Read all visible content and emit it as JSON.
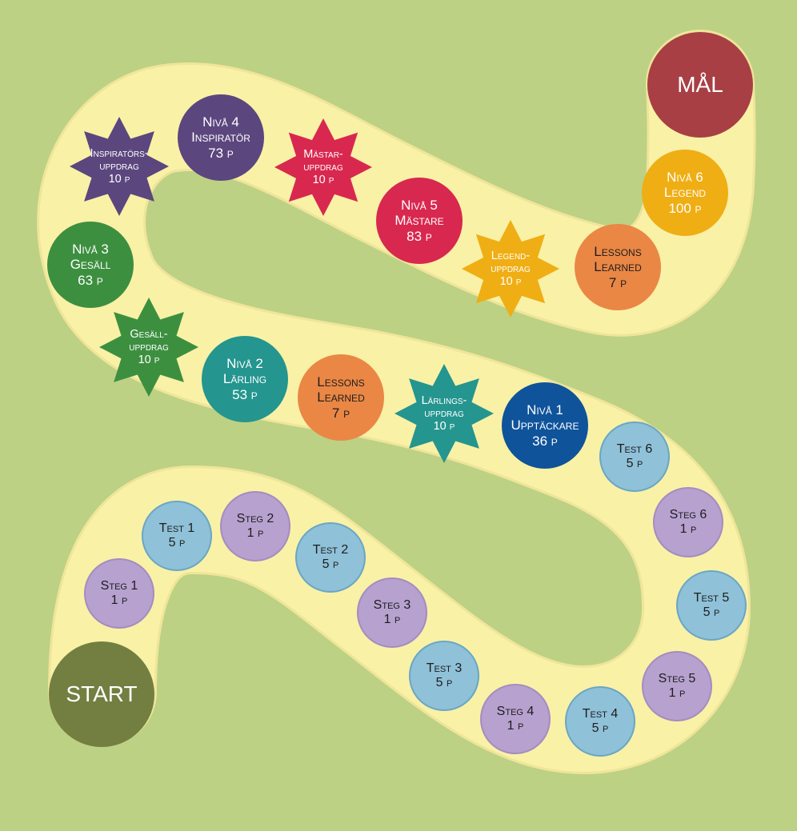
{
  "colors": {
    "background": "#bcd184",
    "path": "#f9f1a6",
    "path_edge": "#efe59a",
    "light_blue": "#8fc1d8",
    "light_purple": "#b7a1cf",
    "navy": "#0f539a",
    "teal": "#24958f",
    "orange": "#ea8745",
    "green": "#3d8f40",
    "dark_purple": "#5b467e",
    "crimson": "#d8284f",
    "gold": "#efae14",
    "start": "#727f40",
    "goal": "#a83f45"
  },
  "nodes": [
    {
      "id": "start",
      "shape": "big",
      "color": "start",
      "lines": [
        "START"
      ],
      "text_color": "#ffffff"
    },
    {
      "id": "steg-1",
      "shape": "small",
      "color": "light_purple",
      "lines": [
        "Steg 1",
        "1 p"
      ],
      "text_color": "#1d1d1d"
    },
    {
      "id": "test-1",
      "shape": "small",
      "color": "light_blue",
      "lines": [
        "Test 1",
        "5 p"
      ],
      "text_color": "#1d1d1d"
    },
    {
      "id": "steg-2",
      "shape": "small",
      "color": "light_purple",
      "lines": [
        "Steg 2",
        "1 p"
      ],
      "text_color": "#1d1d1d"
    },
    {
      "id": "test-2",
      "shape": "small",
      "color": "light_blue",
      "lines": [
        "Test 2",
        "5 p"
      ],
      "text_color": "#1d1d1d"
    },
    {
      "id": "steg-3",
      "shape": "small",
      "color": "light_purple",
      "lines": [
        "Steg 3",
        "1 p"
      ],
      "text_color": "#1d1d1d"
    },
    {
      "id": "test-3",
      "shape": "small",
      "color": "light_blue",
      "lines": [
        "Test 3",
        "5 p"
      ],
      "text_color": "#1d1d1d"
    },
    {
      "id": "steg-4",
      "shape": "small",
      "color": "light_purple",
      "lines": [
        "Steg 4",
        "1 p"
      ],
      "text_color": "#1d1d1d"
    },
    {
      "id": "test-4",
      "shape": "small",
      "color": "light_blue",
      "lines": [
        "Test 4",
        "5 p"
      ],
      "text_color": "#1d1d1d"
    },
    {
      "id": "steg-5",
      "shape": "small",
      "color": "light_purple",
      "lines": [
        "Steg 5",
        "1 p"
      ],
      "text_color": "#1d1d1d"
    },
    {
      "id": "test-5",
      "shape": "small",
      "color": "light_blue",
      "lines": [
        "Test 5",
        "5 p"
      ],
      "text_color": "#1d1d1d"
    },
    {
      "id": "steg-6",
      "shape": "small",
      "color": "light_purple",
      "lines": [
        "Steg 6",
        "1 p"
      ],
      "text_color": "#1d1d1d"
    },
    {
      "id": "test-6",
      "shape": "small",
      "color": "light_blue",
      "lines": [
        "Test 6",
        "5 p"
      ],
      "text_color": "#1d1d1d"
    },
    {
      "id": "niva-1",
      "shape": "medium",
      "color": "navy",
      "lines": [
        "Nivå 1",
        "Upptäckare",
        "36 p"
      ],
      "text_color": "#ffffff"
    },
    {
      "id": "larlingsuppdrag",
      "shape": "star",
      "color": "teal",
      "lines": [
        "Lärlings-",
        "uppdrag",
        "10 p"
      ],
      "text_color": "#ffffff"
    },
    {
      "id": "lessons-learned-1",
      "shape": "medium",
      "color": "orange",
      "lines": [
        "Lessons",
        "Learned",
        "7 p"
      ],
      "text_color": "#1d1d1d"
    },
    {
      "id": "niva-2",
      "shape": "medium",
      "color": "teal",
      "lines": [
        "Nivå 2",
        "Lärling",
        "53 p"
      ],
      "text_color": "#ffffff"
    },
    {
      "id": "gesalluppdrag",
      "shape": "star",
      "color": "green",
      "lines": [
        "Gesäll-",
        "uppdrag",
        "10 p"
      ],
      "text_color": "#ffffff"
    },
    {
      "id": "niva-3",
      "shape": "medium",
      "color": "green",
      "lines": [
        "Nivå 3",
        "Gesäll",
        "63 p"
      ],
      "text_color": "#ffffff"
    },
    {
      "id": "inspiratorsuppdrag",
      "shape": "star",
      "color": "dark_purple",
      "lines": [
        "Inspiratörs-",
        "uppdrag",
        "10 p"
      ],
      "text_color": "#ffffff"
    },
    {
      "id": "niva-4",
      "shape": "medium",
      "color": "dark_purple",
      "lines": [
        "Nivå 4",
        "Inspiratör",
        "73 p"
      ],
      "text_color": "#ffffff"
    },
    {
      "id": "mastaruppdrag",
      "shape": "star",
      "color": "crimson",
      "lines": [
        "Mästar-",
        "uppdrag",
        "10 p"
      ],
      "text_color": "#ffffff"
    },
    {
      "id": "niva-5",
      "shape": "medium",
      "color": "crimson",
      "lines": [
        "Nivå 5",
        "Mästare",
        "83 p"
      ],
      "text_color": "#ffffff"
    },
    {
      "id": "legenduppdrag",
      "shape": "star",
      "color": "gold",
      "lines": [
        "Legend-",
        "uppdrag",
        "10 p"
      ],
      "text_color": "#ffffff"
    },
    {
      "id": "lessons-learned-2",
      "shape": "medium",
      "color": "orange",
      "lines": [
        "Lessons",
        "Learned",
        "7 p"
      ],
      "text_color": "#1d1d1d"
    },
    {
      "id": "niva-6",
      "shape": "medium",
      "color": "gold",
      "lines": [
        "Nivå 6",
        "Legend",
        "100 p"
      ],
      "text_color": "#ffffff"
    },
    {
      "id": "mal",
      "shape": "big",
      "color": "goal",
      "lines": [
        "MÅL"
      ],
      "text_color": "#ffffff"
    }
  ]
}
